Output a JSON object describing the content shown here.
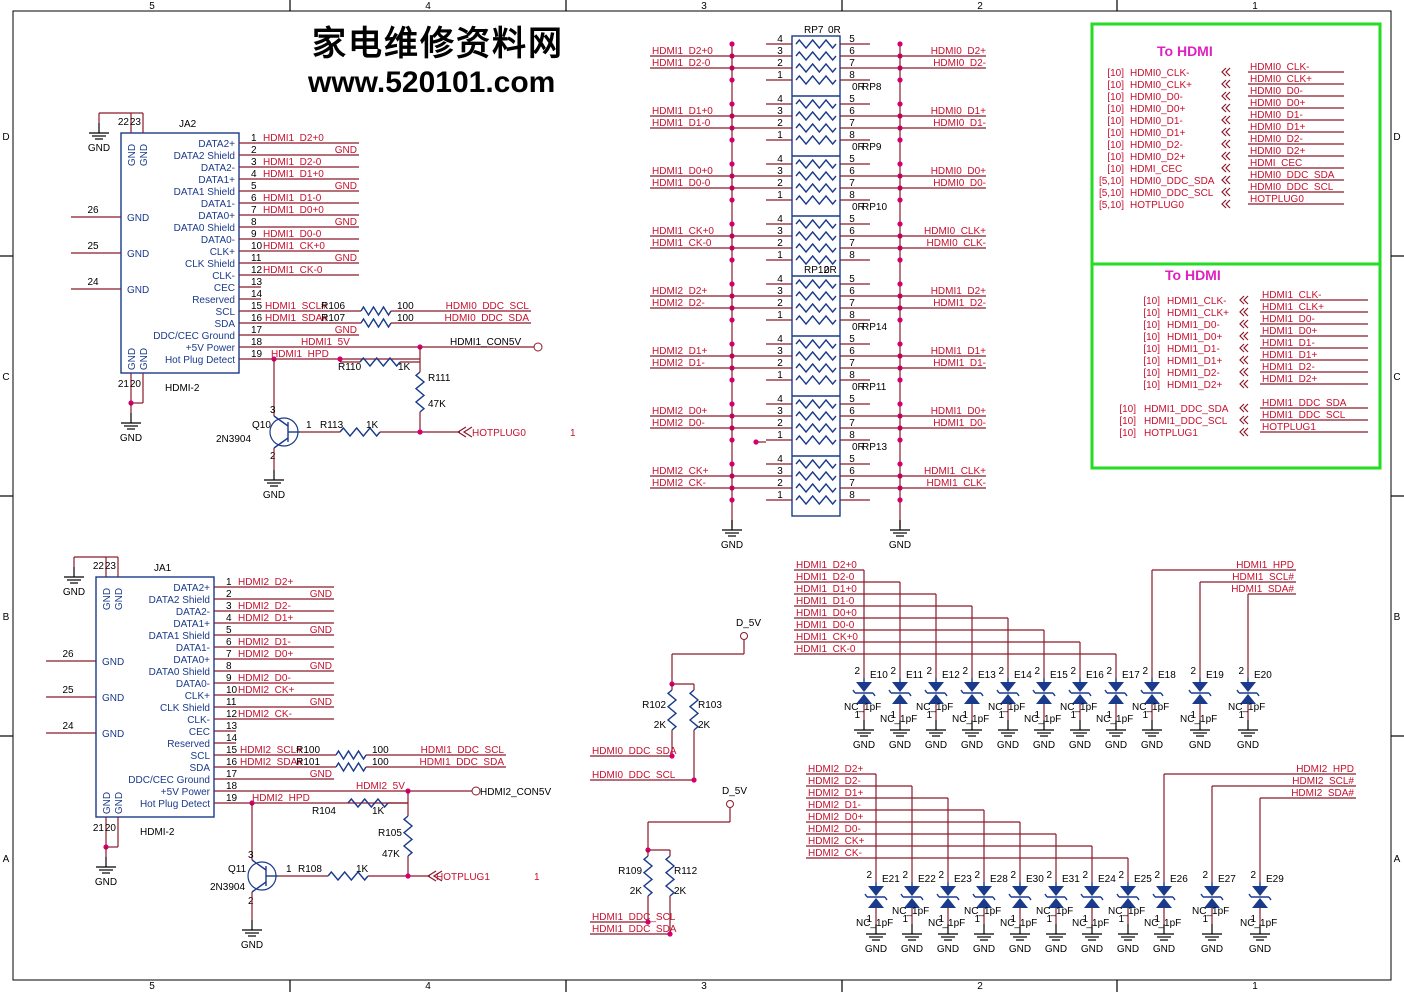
{
  "watermark": {
    "title": "家电维修资料网",
    "url": "www.520101.com"
  },
  "border": {
    "cols": [
      "5",
      "4",
      "3",
      "2",
      "1"
    ],
    "rows": [
      "D",
      "C",
      "B",
      "A"
    ]
  },
  "connectors": [
    {
      "id": "ja2",
      "ref": "JA2",
      "name": "HDMI-2",
      "pins": [
        "DATA2+",
        "DATA2 Shield",
        "DATA2-",
        "DATA1+",
        "DATA1 Shield",
        "DATA1-",
        "DATA0+",
        "DATA0 Shield",
        "DATA0-",
        "CLK+",
        "CLK Shield",
        "CLK-",
        "CEC",
        "Reserved",
        "SCL",
        "SDA",
        "DDC/CEC Ground",
        "+5V Power",
        "Hot Plug Detect"
      ],
      "nets": [
        "HDMI1_D2+0",
        "GND",
        "HDMI1_D2-0",
        "HDMI1_D1+0",
        "GND",
        "HDMI1_D1-0",
        "HDMI1_D0+0",
        "GND",
        "HDMI1_D0-0",
        "HDMI1_CK+0",
        "GND",
        "HDMI1_CK-0",
        "",
        "",
        "HDMI1_SCL#",
        "HDMI1_SDA#",
        "GND",
        "HDMI1_5V",
        "HDMI1_HPD"
      ],
      "gnd_pins": [
        "22",
        "23",
        "26",
        "25",
        "24",
        "21",
        "20"
      ],
      "resistors": [
        {
          "ref": "R106",
          "val": "100",
          "net": "HDMI0_DDC_SCL"
        },
        {
          "ref": "R107",
          "val": "100",
          "net": "HDMI0_DDC_SDA"
        }
      ],
      "con5v": "HDMI1_CON5V",
      "hp": {
        "r1": "R110",
        "v1": "1K",
        "r2": "R111",
        "v2": "47K",
        "r3": "R113",
        "v3": "1K",
        "q": "Q10",
        "qtype": "2N3904",
        "net": "HOTPLUG0",
        "num": "1"
      }
    },
    {
      "id": "ja1",
      "ref": "JA1",
      "name": "HDMI-2",
      "pins": [
        "DATA2+",
        "DATA2 Shield",
        "DATA2-",
        "DATA1+",
        "DATA1 Shield",
        "DATA1-",
        "DATA0+",
        "DATA0 Shield",
        "DATA0-",
        "CLK+",
        "CLK Shield",
        "CLK-",
        "CEC",
        "Reserved",
        "SCL",
        "SDA",
        "DDC/CEC Ground",
        "+5V Power",
        "Hot Plug Detect"
      ],
      "nets": [
        "HDMI2_D2+",
        "GND",
        "HDMI2_D2-",
        "HDMI2_D1+",
        "GND",
        "HDMI2_D1-",
        "HDMI2_D0+",
        "GND",
        "HDMI2_D0-",
        "HDMI2_CK+",
        "GND",
        "HDMI2_CK-",
        "",
        "",
        "HDMI2_SCL#",
        "HDMI2_SDA#",
        "GND",
        "HDMI2_5V",
        "HDMI2_HPD"
      ],
      "gnd_pins": [
        "22",
        "23",
        "26",
        "25",
        "24",
        "21",
        "20"
      ],
      "resistors": [
        {
          "ref": "R100",
          "val": "100",
          "net": "HDMI1_DDC_SCL"
        },
        {
          "ref": "R101",
          "val": "100",
          "net": "HDMI1_DDC_SDA"
        }
      ],
      "con5v": "HDMI2_CON5V",
      "hp": {
        "r1": "R104",
        "v1": "1K",
        "r2": "R105",
        "v2": "47K",
        "r3": "R108",
        "v3": "1K",
        "q": "Q11",
        "qtype": "2N3904",
        "net": "HOTPLUG1",
        "num": "1"
      }
    }
  ],
  "gnd_label": "GND",
  "rpacks": [
    {
      "ref": "RP7",
      "val": "0R",
      "left": [
        "HDMI1_D2+0",
        "HDMI1_D2-0"
      ],
      "right": [
        "HDMI0_D2+",
        "HDMI0_D2-"
      ]
    },
    {
      "ref": "RP8",
      "val": "0R",
      "left": [
        "HDMI1_D1+0",
        "HDMI1_D1-0"
      ],
      "right": [
        "HDMI0_D1+",
        "HDMI0_D1-"
      ]
    },
    {
      "ref": "RP9",
      "val": "0R",
      "left": [
        "HDMI1_D0+0",
        "HDMI1_D0-0"
      ],
      "right": [
        "HDMI0_D0+",
        "HDMI0_D0-"
      ]
    },
    {
      "ref": "RP10",
      "val": "0R",
      "left": [
        "HDMI1_CK+0",
        "HDMI1_CK-0"
      ],
      "right": [
        "HDMI0_CLK+",
        "HDMI0_CLK-"
      ]
    },
    {
      "ref": "RP12",
      "val": "0R",
      "left": [
        "HDMI2_D2+",
        "HDMI2_D2-"
      ],
      "right": [
        "HDMI1_D2+",
        "HDMI1_D2-"
      ]
    },
    {
      "ref": "RP14",
      "val": "0R",
      "left": [
        "HDMI2_D1+",
        "HDMI2_D1-"
      ],
      "right": [
        "HDMI1_D1+",
        "HDMI1_D1-"
      ]
    },
    {
      "ref": "RP11",
      "val": "0R",
      "left": [
        "HDMI2_D0+",
        "HDMI2_D0-"
      ],
      "right": [
        "HDMI1_D0+",
        "HDMI1_D0-"
      ]
    },
    {
      "ref": "RP13",
      "val": "0R",
      "left": [
        "HDMI2_CK+",
        "HDMI2_CK-"
      ],
      "right": [
        "HDMI1_CLK+",
        "HDMI1_CLK-"
      ]
    }
  ],
  "rp_pins_left": [
    "4",
    "3",
    "2",
    "1"
  ],
  "rp_pins_right": [
    "5",
    "6",
    "7",
    "8"
  ],
  "hdmi0_box": {
    "title": "To HDMI",
    "left": [
      [
        "[10]",
        "HDMI0_CLK-"
      ],
      [
        "[10]",
        "HDMI0_CLK+"
      ],
      [
        "[10]",
        "HDMI0_D0-"
      ],
      [
        "[10]",
        "HDMI0_D0+"
      ],
      [
        "[10]",
        "HDMI0_D1-"
      ],
      [
        "[10]",
        "HDMI0_D1+"
      ],
      [
        "[10]",
        "HDMI0_D2-"
      ],
      [
        "[10]",
        "HDMI0_D2+"
      ],
      [
        "[10]",
        "HDMI_CEC"
      ],
      [
        "[5,10]",
        "HDMI0_DDC_SDA"
      ],
      [
        "[5,10]",
        "HDMI0_DDC_SCL"
      ],
      [
        "[5,10]",
        "HOTPLUG0"
      ]
    ],
    "right": [
      "HDMI0_CLK-",
      "HDMI0_CLK+",
      "HDMI0_D0-",
      "HDMI0_D0+",
      "HDMI0_D1-",
      "HDMI0_D1+",
      "HDMI0_D2-",
      "HDMI0_D2+",
      "HDMI_CEC",
      "HDMI0_DDC_SDA",
      "HDMI0_DDC_SCL",
      "HOTPLUG0"
    ]
  },
  "hdmi1_box": {
    "title": "To HDMI",
    "left": [
      [
        "[10]",
        "HDMI1_CLK-"
      ],
      [
        "[10]",
        "HDMI1_CLK+"
      ],
      [
        "[10]",
        "HDMI1_D0-"
      ],
      [
        "[10]",
        "HDMI1_D0+"
      ],
      [
        "[10]",
        "HDMI1_D1-"
      ],
      [
        "[10]",
        "HDMI1_D1+"
      ],
      [
        "[10]",
        "HDMI1_D2-"
      ],
      [
        "[10]",
        "HDMI1_D2+"
      ]
    ],
    "left2": [
      [
        "[10]",
        "HDMI1_DDC_SDA"
      ],
      [
        "[10]",
        "HDMI1_DDC_SCL"
      ],
      [
        "[10]",
        "HOTPLUG1"
      ]
    ],
    "right": [
      "HDMI1_CLK-",
      "HDMI1_CLK+",
      "HDMI1_D0-",
      "HDMI1_D0+",
      "HDMI1_D1-",
      "HDMI1_D1+",
      "HDMI1_D2-",
      "HDMI1_D2+"
    ],
    "right2": [
      "HDMI1_DDC_SDA",
      "HDMI1_DDC_SCL",
      "HOTPLUG1"
    ]
  },
  "pullups": [
    {
      "rail": "D_5V",
      "r1": "R102",
      "v1": "2K",
      "r2": "R103",
      "v2": "2K",
      "n1": "HDMI0_DDC_SDA",
      "n2": "HDMI0_DDC_SCL"
    },
    {
      "rail": "D_5V",
      "r1": "R109",
      "v1": "2K",
      "r2": "R112",
      "v2": "2K",
      "n1": "HDMI1_DDC_SCL",
      "n2": "HDMI1_DDC_SDA"
    }
  ],
  "esd_top": {
    "nets_left": [
      "HDMI1_D2+0",
      "HDMI1_D2-0",
      "HDMI1_D1+0",
      "HDMI1_D1-0",
      "HDMI1_D0+0",
      "HDMI1_D0-0",
      "HDMI1_CK+0",
      "HDMI1_CK-0"
    ],
    "nets_right": [
      "HDMI1_HPD",
      "HDMI1_SCL#",
      "HDMI1_SDA#"
    ],
    "parts": [
      [
        "E10",
        "NC_1pF"
      ],
      [
        "E11",
        "NC_1pF"
      ],
      [
        "E12",
        "NC_1pF"
      ],
      [
        "E13",
        "NC_1pF"
      ],
      [
        "E14",
        "NC_1pF"
      ],
      [
        "E15",
        "NC_1pF"
      ],
      [
        "E16",
        "NC_1pF"
      ],
      [
        "E17",
        "NC_1pF"
      ],
      [
        "E18",
        "NC_1pF"
      ],
      [
        "E19",
        "NC_1pF"
      ],
      [
        "E20",
        "NC_1pF"
      ]
    ]
  },
  "esd_bot": {
    "nets_left": [
      "HDMI2_D2+",
      "HDMI2_D2-",
      "HDMI2_D1+",
      "HDMI2_D1-",
      "HDMI2_D0+",
      "HDMI2_D0-",
      "HDMI2_CK+",
      "HDMI2_CK-"
    ],
    "nets_right": [
      "HDMI2_HPD",
      "HDMI2_SCL#",
      "HDMI2_SDA#"
    ],
    "parts": [
      [
        "E21",
        "NC_1pF"
      ],
      [
        "E22",
        "NC_1pF"
      ],
      [
        "E23",
        "NC_1pF"
      ],
      [
        "E28",
        "NC_1pF"
      ],
      [
        "E30",
        "NC_1pF"
      ],
      [
        "E31",
        "NC_1pF"
      ],
      [
        "E24",
        "NC_1pF"
      ],
      [
        "E25",
        "NC_1pF"
      ],
      [
        "E26",
        "NC_1pF"
      ],
      [
        "E27",
        "NC_1pF"
      ],
      [
        "E29",
        "NC_1pF"
      ]
    ]
  }
}
